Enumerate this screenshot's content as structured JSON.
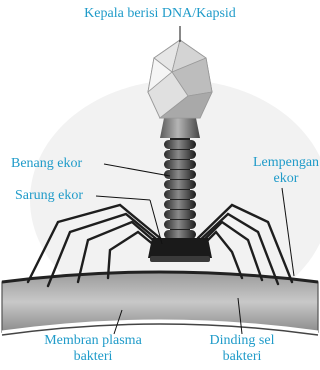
{
  "label_color": "#1f9bc9",
  "leader_color": "#111111",
  "labels": {
    "head": "Kepala berisi DNA/Kapsid",
    "thread": "Benang ekor",
    "sheath": "Sarung ekor",
    "plate": [
      "Lempengan",
      "ekor"
    ],
    "membrane": [
      "Membran plasma",
      "bakteri"
    ],
    "wall": [
      "Dinding sel",
      "bakteri"
    ]
  }
}
